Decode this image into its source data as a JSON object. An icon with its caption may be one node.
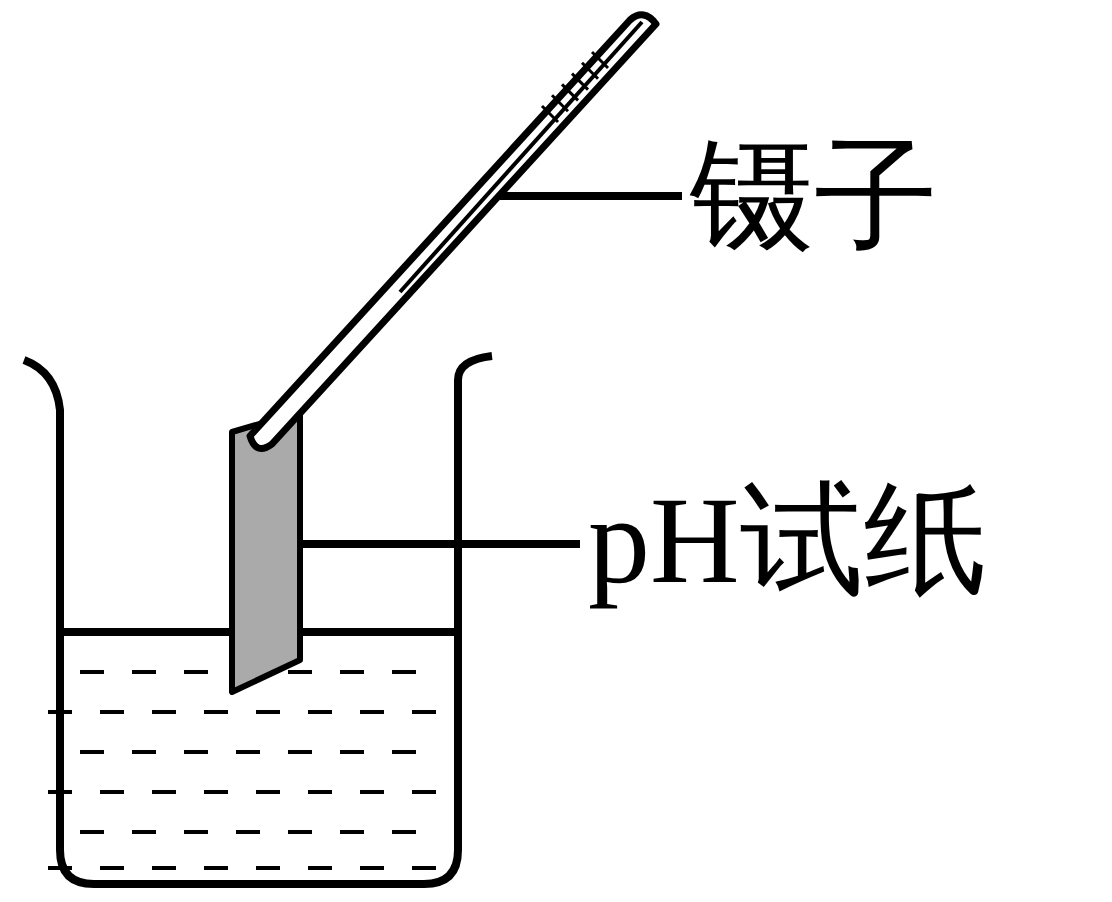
{
  "diagram": {
    "nodes": [
      {
        "text": [
          "镊子"
        ]
      },
      {
        "text": [],
        "shape": "tweezers"
      },
      {
        "text": [
          "pH试纸"
        ]
      },
      {
        "text": [],
        "shape": "strip"
      }
    ],
    "edges": [
      {
        "from": 0,
        "to": 1,
        "arrow": "none"
      },
      {
        "from": 2,
        "to": 3,
        "arrow": "none"
      }
    ]
  }
}
